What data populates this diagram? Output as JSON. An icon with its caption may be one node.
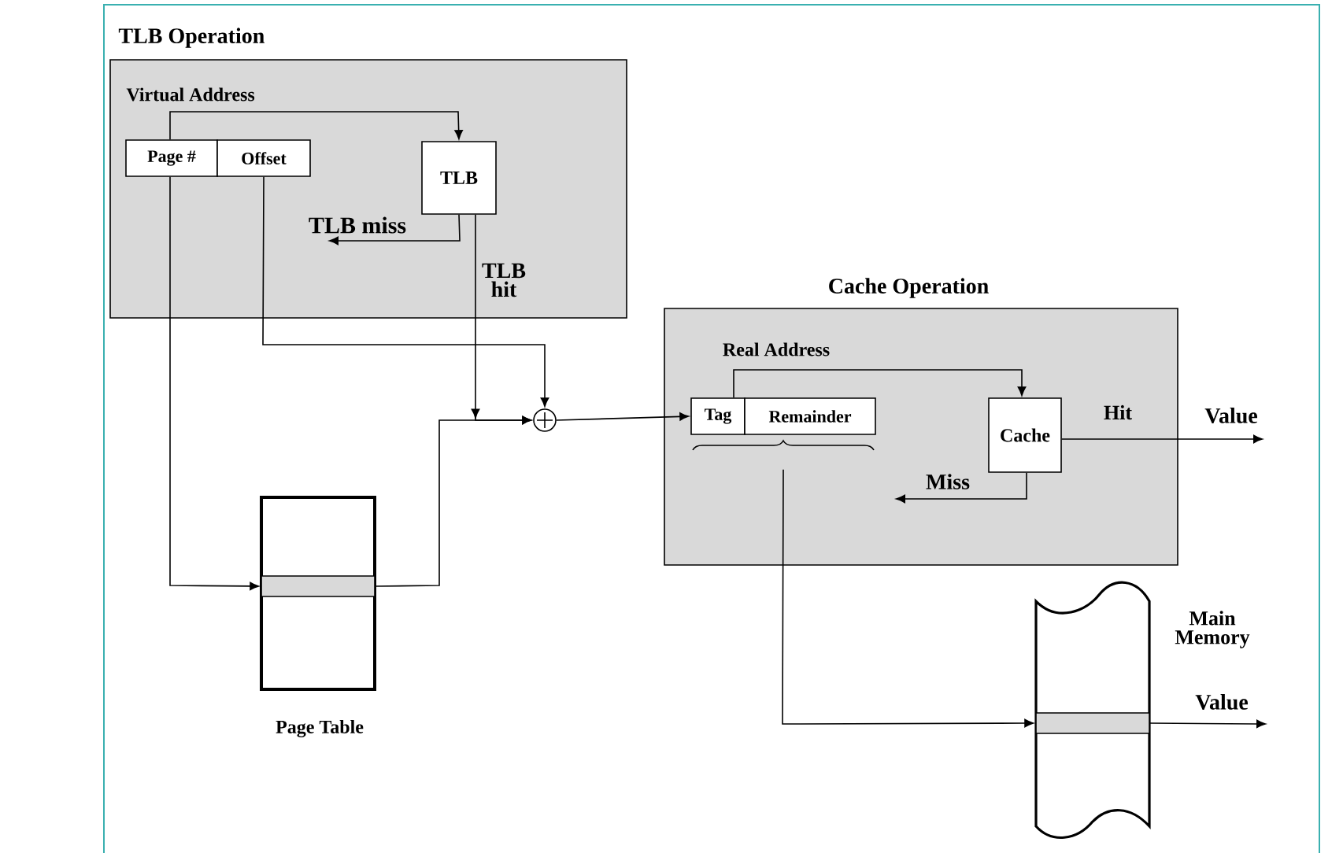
{
  "diagram": {
    "nodes": [
      {
        "text": [
          "TLB Operation",
          "Virtual Address"
        ]
      },
      {
        "text": [
          "Page #"
        ],
        "in": 0
      },
      {
        "text": [
          "Offset"
        ],
        "in": 0
      },
      {
        "text": [
          "TLB"
        ],
        "in": 0
      },
      {
        "text": [
          "Cache Operation",
          "Real Address"
        ]
      },
      {
        "text": [
          "Tag"
        ],
        "in": 4
      },
      {
        "text": [
          "Remainder"
        ],
        "in": 4
      },
      {
        "text": [
          "Cache"
        ],
        "in": 4
      },
      {
        "text": [
          "Page Table"
        ]
      },
      {
        "text": [],
        "shape": "bar",
        "in": 8
      },
      {
        "text": [
          "Main Memory"
        ]
      },
      {
        "text": [],
        "shape": "bar",
        "in": 10
      },
      {
        "text": [],
        "shape": "circle"
      },
      {
        "text": [],
        "shape": "brace",
        "in": 4
      }
    ],
    "edges": [
      {
        "from": 1,
        "to": 3,
        "arrow": "to"
      },
      {
        "from": 3,
        "to": null,
        "arrow": "to",
        "label": "TLB miss"
      },
      {
        "from": 3,
        "to": 12,
        "arrow": "to",
        "label": "TLB hit"
      },
      {
        "from": 9,
        "to": 12,
        "arrow": "to"
      },
      {
        "from": 2,
        "to": 12,
        "arrow": "to"
      },
      {
        "from": 1,
        "to": 9,
        "arrow": "to"
      },
      {
        "from": 12,
        "to": 5,
        "arrow": "to"
      },
      {
        "from": 5,
        "to": 7,
        "arrow": "to"
      },
      {
        "from": 7,
        "to": null,
        "arrow": "to",
        "label": "Miss"
      },
      {
        "from": 7,
        "to": null,
        "arrow": "to",
        "label": "Value"
      },
      {
        "from": 13,
        "to": 11,
        "arrow": "to"
      },
      {
        "from": 11,
        "to": null,
        "arrow": "to",
        "label": "Value"
      }
    ],
    "labels": [
      "Hit"
    ]
  }
}
